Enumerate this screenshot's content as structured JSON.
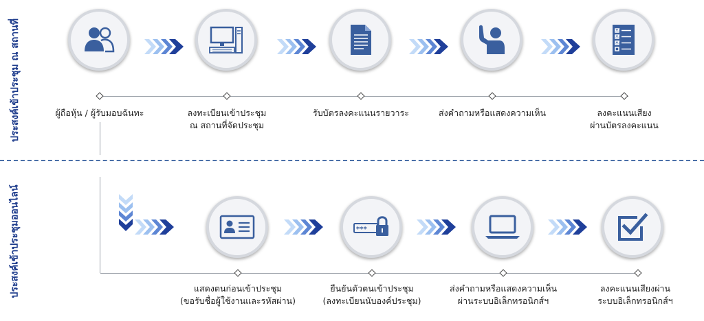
{
  "sections": {
    "onsite_title": "ประสงค์เข้าประชุม ณ สถานที่",
    "online_title": "ประสงค์เข้าประชุมออนไลน์"
  },
  "onsite_steps": [
    {
      "icon": "users-icon",
      "lines": [
        "ผู้ถือหุ้น / ผู้รับมอบฉันทะ"
      ]
    },
    {
      "icon": "computer-icon",
      "lines": [
        "ลงทะเบียนเข้าประชุม",
        "ณ สถานที่จัดประชุม"
      ]
    },
    {
      "icon": "document-icon",
      "lines": [
        "รับบัตรลงคะแนนรายวาระ"
      ]
    },
    {
      "icon": "raise-hand-icon",
      "lines": [
        "ส่งคำถามหรือแสดงความเห็น"
      ]
    },
    {
      "icon": "checklist-icon",
      "lines": [
        "ลงคะแนนเสียง",
        "ผ่านบัตรลงคะแนน"
      ]
    }
  ],
  "online_steps": [
    {
      "icon": "id-card-icon",
      "lines": [
        "แสดงตนก่อนเข้าประชุม",
        "(ขอรับชื่อผู้ใช้งานและรหัสผ่าน)"
      ]
    },
    {
      "icon": "password-lock-icon",
      "lines": [
        "ยืนยันตัวตนเข้าประชุม",
        "(ลงทะเบียนนับองค์ประชุม)"
      ]
    },
    {
      "icon": "laptop-icon",
      "lines": [
        "ส่งคำถามหรือแสดงความเห็น",
        "ผ่านระบบอิเล็กทรอนิกส์ฯ"
      ]
    },
    {
      "icon": "checkbox-icon",
      "lines": [
        "ลงคะแนนเสียงผ่าน",
        "ระบบอิเล็กทรอนิกส์ฯ"
      ]
    }
  ],
  "colors": {
    "primary": "#1e3c8c",
    "icon": "#3a5f9e",
    "arrow_dark": "#1f3f9a",
    "arrow_light": "#9cc0f0"
  }
}
